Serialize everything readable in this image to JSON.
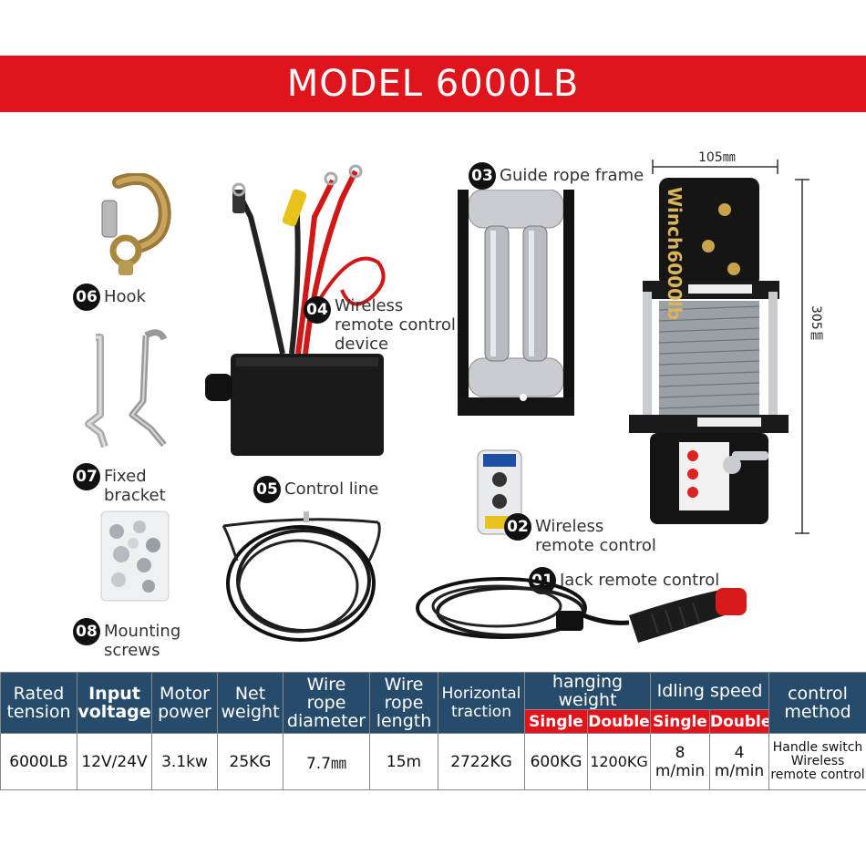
{
  "banner": {
    "title": "MODEL 6000LB"
  },
  "parts": {
    "p01": {
      "num": "01",
      "label": "Jack remote control"
    },
    "p02": {
      "num": "02",
      "label_line1": "Wireless",
      "label_line2": "remote control"
    },
    "p03": {
      "num": "03",
      "label": "Guide rope frame"
    },
    "p04": {
      "num": "04",
      "label_line1": "Wireless",
      "label_line2": "remote control",
      "label_line3": "device"
    },
    "p05": {
      "num": "05",
      "label": "Control line"
    },
    "p06": {
      "num": "06",
      "label": "Hook"
    },
    "p07": {
      "num": "07",
      "label_line1": "Fixed",
      "label_line2": "bracket"
    },
    "p08": {
      "num": "08",
      "label_line1": "Mounting",
      "label_line2": "screws"
    }
  },
  "winch": {
    "brand_text": "Winch6000lb"
  },
  "dimensions": {
    "width": "105㎜",
    "height": "305㎜"
  },
  "spec_table": {
    "headers": {
      "rated_tension": [
        "Rated",
        "tension"
      ],
      "input_voltage": [
        "Input",
        "voltage"
      ],
      "motor_power": [
        "Motor",
        "power"
      ],
      "net_weight": [
        "Net",
        "weight"
      ],
      "wire_rope_diameter": [
        "Wire",
        "rope",
        "diameter"
      ],
      "wire_rope_length": [
        "Wire",
        "rope",
        "length"
      ],
      "horizontal_traction": [
        "Horizontal",
        "traction"
      ],
      "hanging_weight": "hanging weight",
      "idling_speed": "Idling speed",
      "control_method": [
        "control",
        "method"
      ],
      "single": "Single",
      "double": "Double"
    },
    "values": {
      "rated_tension": "6000LB",
      "input_voltage": "12V/24V",
      "motor_power": "3.1kw",
      "net_weight": "25KG",
      "wire_rope_diameter": "7.7㎜",
      "wire_rope_length": "15m",
      "horizontal_traction": "2722KG",
      "hanging_single": "600KG",
      "hanging_double": "1200KG",
      "speed_single": [
        "8",
        "m/min"
      ],
      "speed_double": [
        "4",
        "m/min"
      ],
      "control_method": [
        "Handle switch",
        "Wireless",
        "remote control"
      ]
    }
  }
}
